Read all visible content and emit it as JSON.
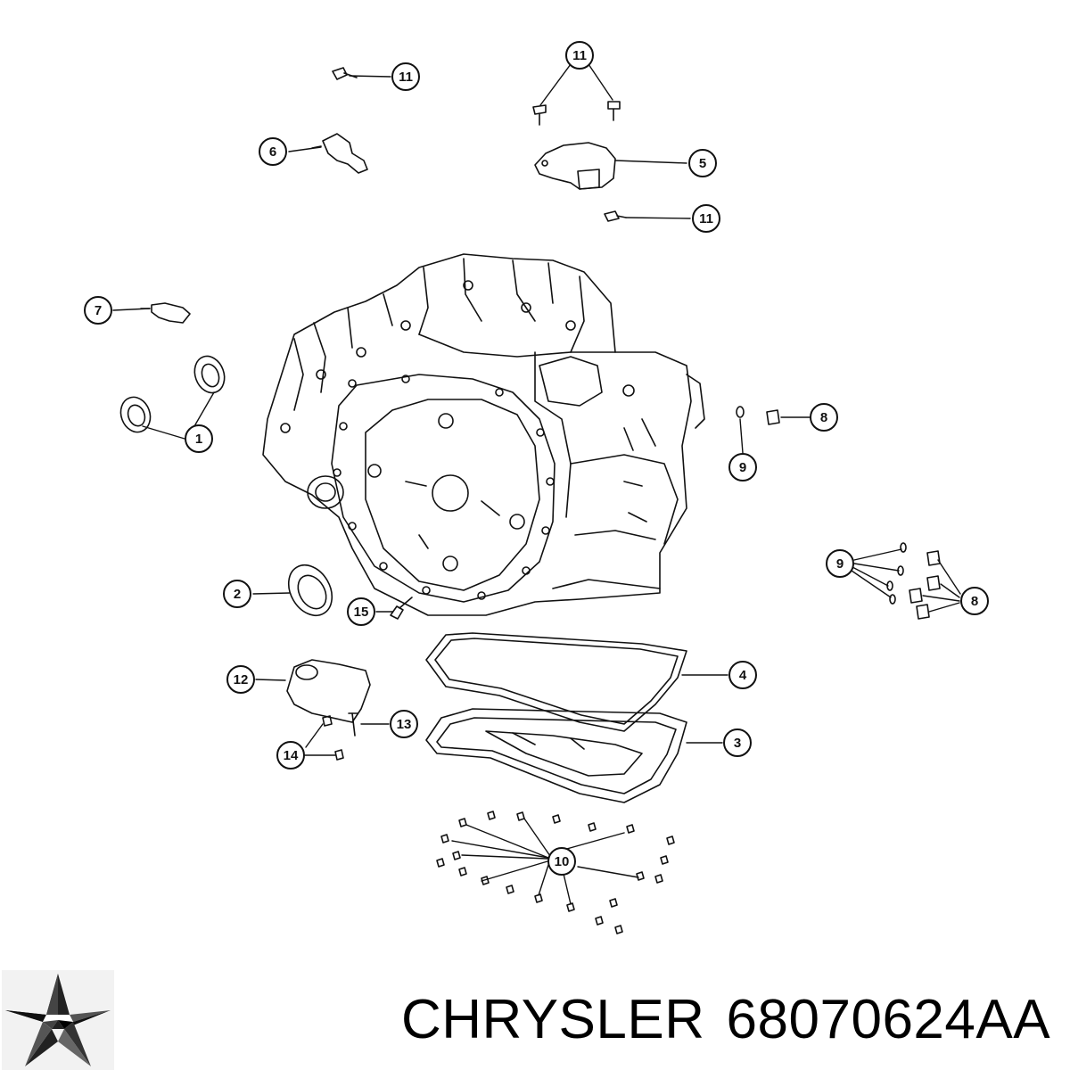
{
  "callouts": [
    {
      "label": "11"
    },
    {
      "label": "11"
    },
    {
      "label": "6"
    },
    {
      "label": "5"
    },
    {
      "label": "11"
    },
    {
      "label": "7"
    },
    {
      "label": "1"
    },
    {
      "label": "8"
    },
    {
      "label": "9"
    },
    {
      "label": "9"
    },
    {
      "label": "8"
    },
    {
      "label": "2"
    },
    {
      "label": "15"
    },
    {
      "label": "12"
    },
    {
      "label": "4"
    },
    {
      "label": "13"
    },
    {
      "label": "3"
    },
    {
      "label": "14"
    },
    {
      "label": "10"
    }
  ],
  "footer": {
    "brand": "CHRYSLER",
    "part_number": "68070624AA",
    "logo_icon": "chrysler-pentastar-icon"
  },
  "colors": {
    "line": "#000000",
    "background": "#ffffff"
  }
}
